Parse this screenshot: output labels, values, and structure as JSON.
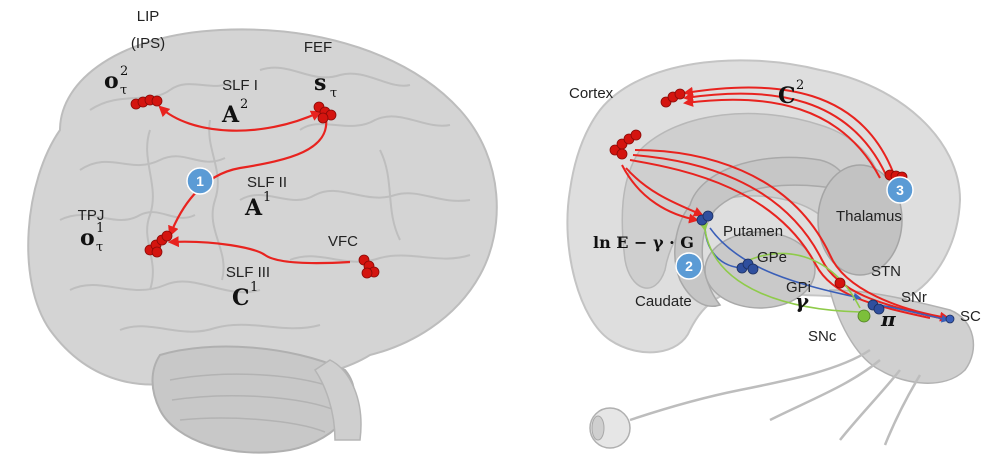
{
  "left_panel": {
    "region_labels": {
      "lip": "LIP",
      "ips": "(IPS)",
      "fef": "FEF",
      "tpj": "TPJ",
      "vfc": "VFC"
    },
    "tract_labels": {
      "slf1": "SLF I",
      "slf2": "SLF II",
      "slf3": "SLF III"
    },
    "math": {
      "o2_base": "o",
      "o2_sup": "2",
      "o2_sub": "τ",
      "s_base": "s",
      "s_sub": "τ",
      "o1_base": "o",
      "o1_sup": "1",
      "o1_sub": "τ",
      "A2_base": "A",
      "A2_sup": "2",
      "A1_base": "A",
      "A1_sup": "1",
      "C1_base": "C",
      "C1_sup": "1"
    },
    "badge": "1"
  },
  "right_panel": {
    "region_labels": {
      "cortex": "Cortex",
      "putamen": "Putamen",
      "thalamus": "Thalamus",
      "gpe": "GPe",
      "gpi": "GPi",
      "stn": "STN",
      "snr": "SNr",
      "snc": "SNc",
      "caudate": "Caudate",
      "sc": "SC"
    },
    "math": {
      "C2_base": "C",
      "C2_sup": "2",
      "formula": "ln E − γ · G",
      "gamma": "γ",
      "pi": "π"
    },
    "badges": {
      "two": "2",
      "three": "3"
    }
  },
  "colors": {
    "arrow_red": "#e8231f",
    "node_red": "#d4140f",
    "node_blue": "#2f4f9e",
    "arrow_blue": "#3a5fb8",
    "node_green": "#7cbf3a",
    "arrow_green": "#8fcb4a",
    "badge_fill": "#5b9bd5",
    "brain_fill": "#d6d6d6"
  }
}
